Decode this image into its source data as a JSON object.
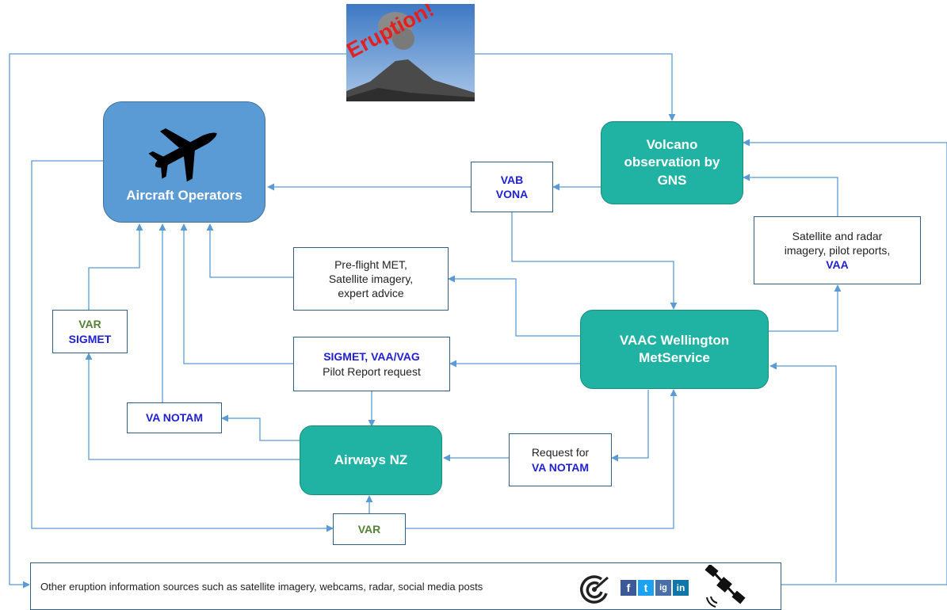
{
  "eruption": {
    "label": "Eruption!"
  },
  "aircraft": {
    "label": "Aircraft Operators"
  },
  "gns": {
    "label": "Volcano observation by GNS"
  },
  "vaac": {
    "line1": "VAAC Wellington",
    "line2": "MetService"
  },
  "airways": {
    "label": "Airways NZ"
  },
  "vab_vona": {
    "line1": "VAB",
    "line2": "VONA"
  },
  "preflight": {
    "line1": "Pre-flight MET,",
    "line2": "Satellite imagery,",
    "line3": "expert advice"
  },
  "sigmet_vaa": {
    "line1": "SIGMET, VAA/VAG",
    "line2": "Pilot Report request"
  },
  "sat_radar": {
    "line1": "Satellite and radar",
    "line2": "imagery, pilot reports,",
    "line3": "VAA"
  },
  "var_sigmet": {
    "line1": "VAR",
    "line2": "SIGMET"
  },
  "va_notam": {
    "label": "VA NOTAM"
  },
  "request_notam": {
    "line1": "Request for",
    "line2": "VA NOTAM"
  },
  "var_bottom": {
    "label": "VAR"
  },
  "other_sources": {
    "label": "Other eruption information sources such as satellite imagery, webcams, radar, social media posts",
    "icons": [
      "radar-icon",
      "facebook-icon",
      "twitter-icon",
      "instagram-icon",
      "linkedin-icon",
      "satellite-icon"
    ],
    "facebook": "f",
    "twitter": "t",
    "instagram": "ig",
    "linkedin": "in"
  },
  "colors": {
    "teal": "#20b2a2",
    "blue": "#5b9bd5",
    "arrow": "#5b9bd5",
    "navy_text": "#1f1fd6",
    "green_text": "#548235"
  }
}
